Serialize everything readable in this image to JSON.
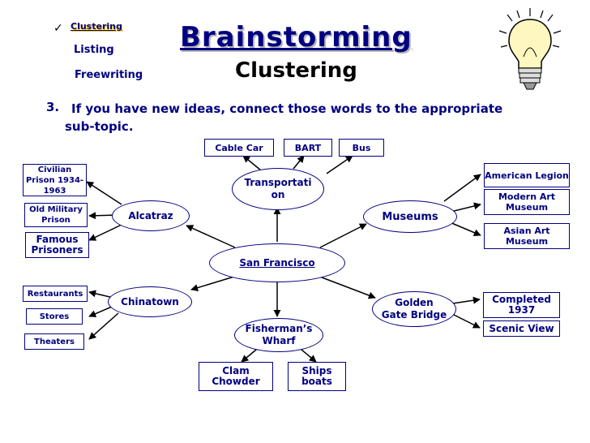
{
  "menu": {
    "items": [
      {
        "label": "Clustering",
        "active": true
      },
      {
        "label": "Listing",
        "active": false
      },
      {
        "label": "Freewriting",
        "active": false
      }
    ]
  },
  "title": "Brainstorming",
  "subtitle": "Clustering",
  "step": {
    "number": "3.",
    "text": "If you have new ideas, connect those words to the appropriate sub-topic."
  },
  "diagram": {
    "center": "San Francisco",
    "subtopics": {
      "alcatraz": "Alcatraz",
      "transportation": "Transportation",
      "museums": "Museums",
      "chinatown": "Chinatown",
      "golden_gate": "Golden Gate Bridge",
      "fishermans_wharf": "Fisherman’s Wharf"
    },
    "details": {
      "civilian_prison": "Civilian Prison 1934-1963",
      "old_military_prison": "Old Military Prison",
      "famous_prisoners": "Famous Prisoners",
      "cable_car": "Cable Car",
      "bart": "BART",
      "bus": "Bus",
      "american_legion": "American Legion",
      "modern_art_museum": "Modern Art Museum",
      "asian_art_museum": "Asian Art Museum",
      "restaurants": "Restaurants",
      "stores": "Stores",
      "theaters": "Theaters",
      "completed_1937": "Completed 1937",
      "scenic_view": "Scenic View",
      "clam_chowder": "Clam Chowder",
      "ships_boats": "Ships boats"
    }
  },
  "icons": {
    "checkmark": "checkmark-icon",
    "lightbulb": "lightbulb-icon"
  },
  "colors": {
    "text_primary": "#000080",
    "line": "#000000",
    "bulb": "#fff7c0"
  }
}
